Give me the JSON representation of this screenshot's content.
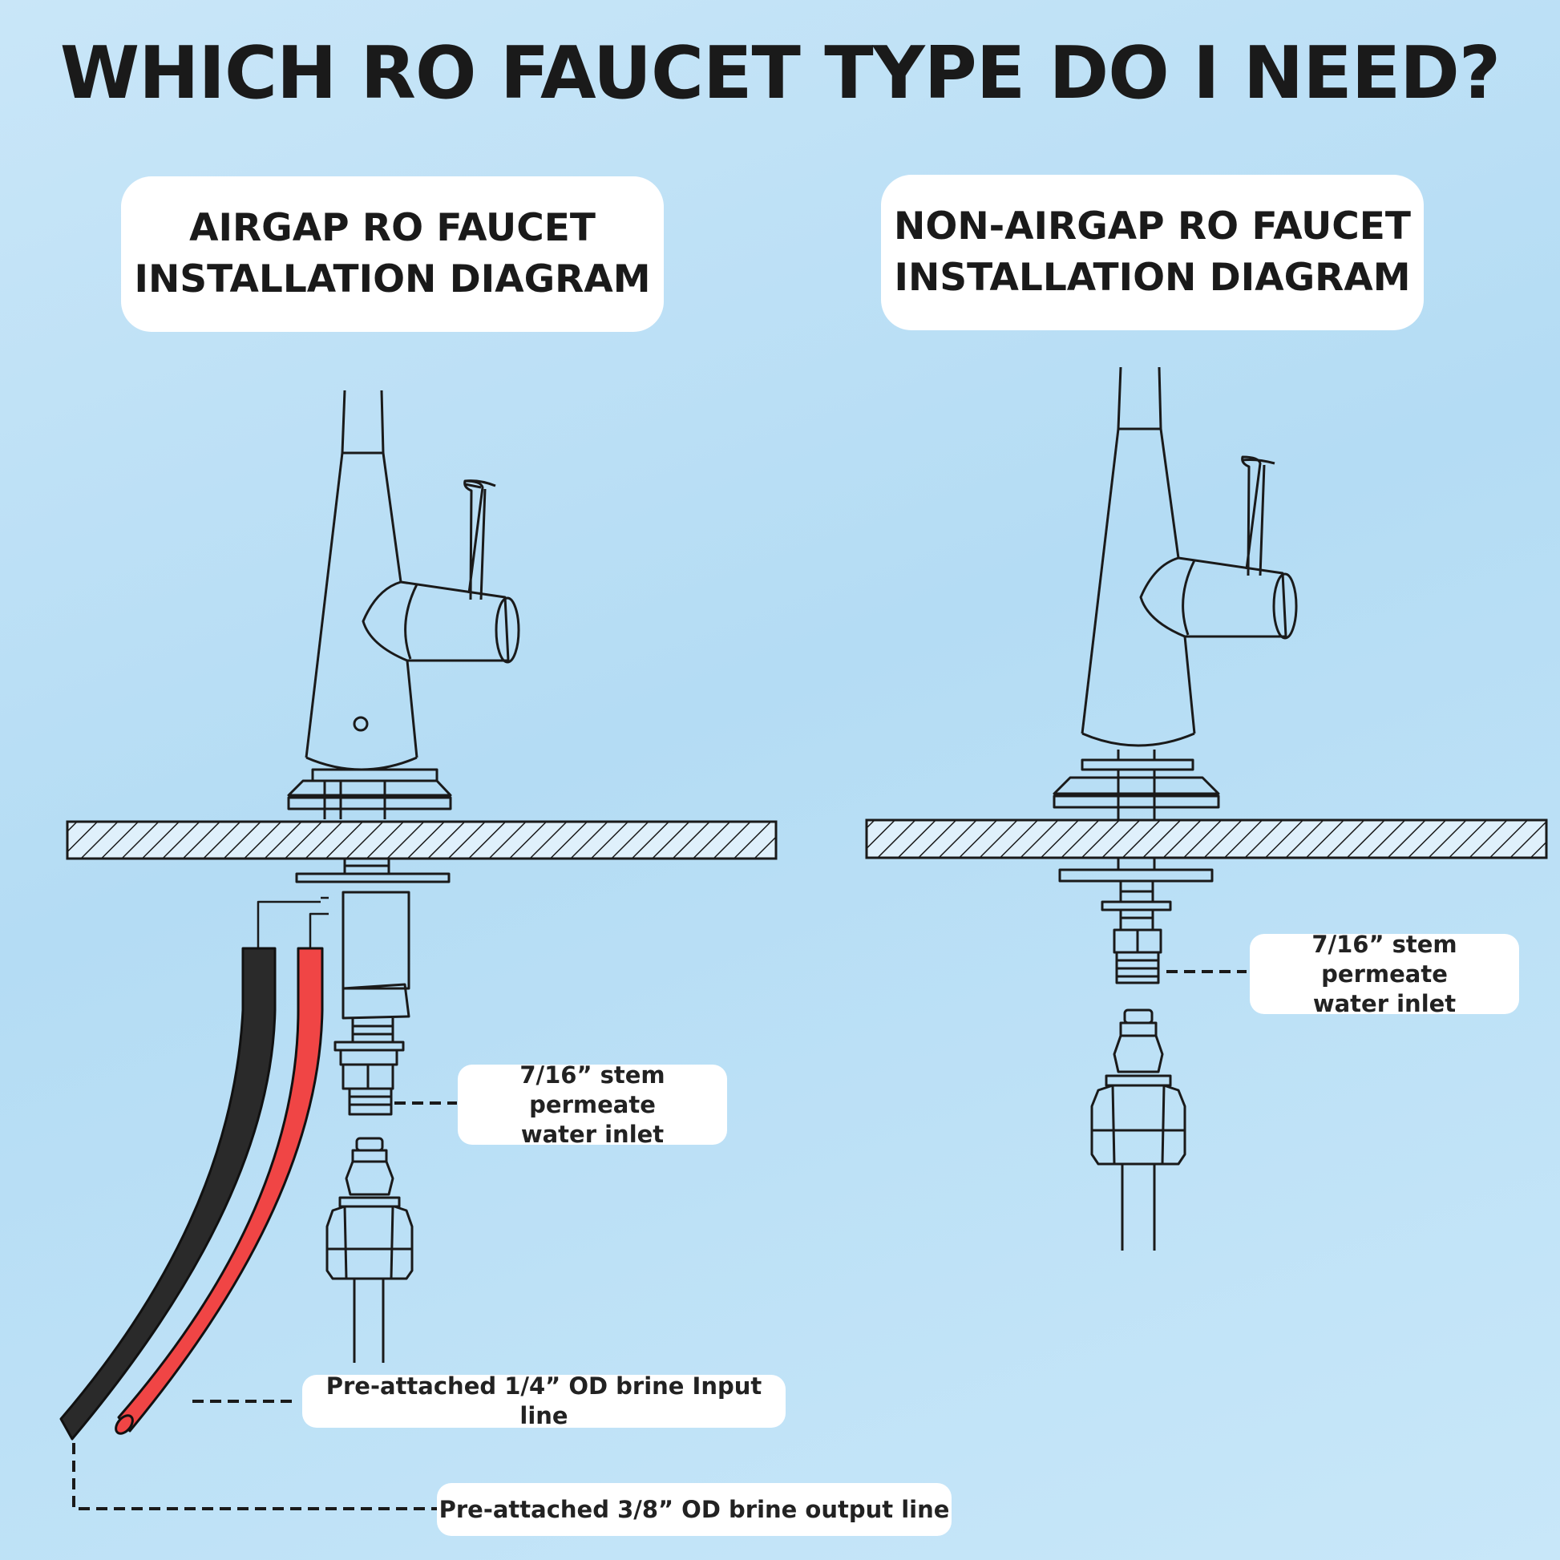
{
  "title": "WHICH RO FAUCET TYPE DO I NEED?",
  "airgap": {
    "heading_line1": "AIRGAP RO FAUCET",
    "heading_line2": "INSTALLATION DIAGRAM",
    "stem_label_line1": "7/16” stem permeate",
    "stem_label_line2": "water inlet",
    "input_line_label": "Pre-attached 1/4” OD brine Input line",
    "output_line_label": "Pre-attached 3/8” OD brine output line"
  },
  "non_airgap": {
    "heading_line1": "NON-AIRGAP RO FAUCET",
    "heading_line2": "INSTALLATION DIAGRAM",
    "stem_label_line1": "7/16” stem permeate",
    "stem_label_line2": "water inlet"
  },
  "colors": {
    "background": "#b4dcf4",
    "line": "#1a1a1a",
    "brine_output_tube": "#2a2a2a",
    "brine_input_tube": "#f04545",
    "label_background": "#ffffff"
  }
}
